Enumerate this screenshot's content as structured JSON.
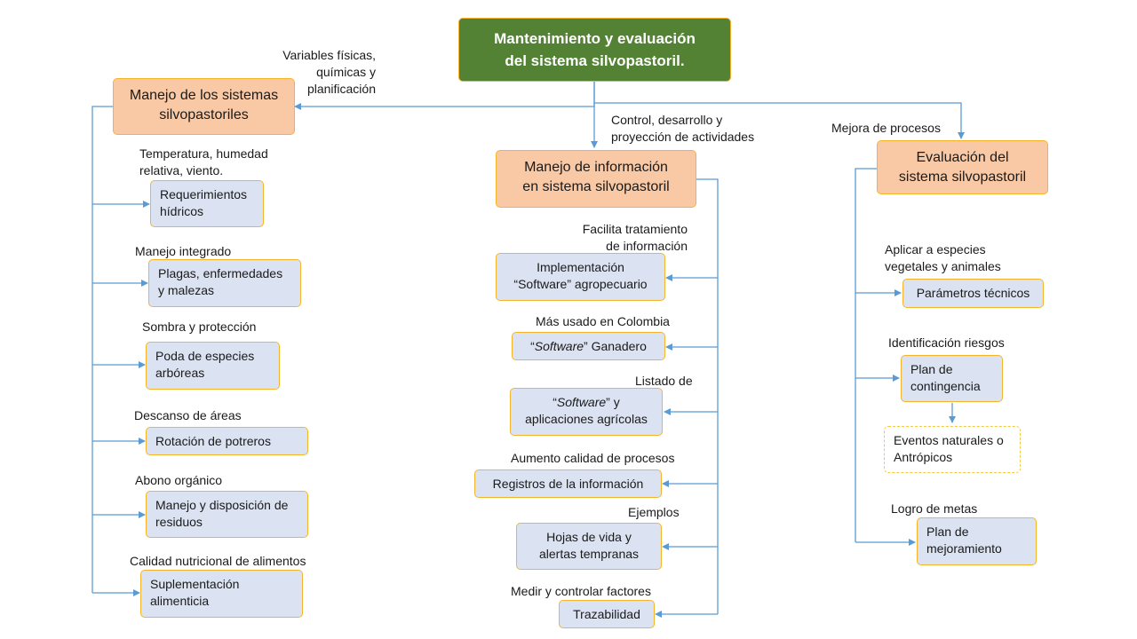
{
  "title": {
    "line1": "Mantenimiento  y evaluación",
    "line2": "del sistema silvopastoril."
  },
  "left": {
    "header": {
      "line1": "Manejo de los sistemas",
      "line2": "silvopastoriles"
    },
    "edge_label": {
      "line1": "Variables físicas,",
      "line2": "químicas y",
      "line3": "planificación"
    },
    "items": [
      {
        "label1": "Temperatura, humedad",
        "label2": "relativa, viento.",
        "box1": "Requerimientos",
        "box2": "hídricos"
      },
      {
        "label1": "Manejo  integrado",
        "box1": "Plagas, enfermedades",
        "box2": "y malezas"
      },
      {
        "label1": "Sombra  y protección",
        "box1": "Poda de especies",
        "box2": "arbóreas"
      },
      {
        "label1": "Descanso de áreas",
        "box1": "Rotación de potreros"
      },
      {
        "label1": "Abono  orgánico",
        "box1": "Manejo  y disposición de",
        "box2": "residuos"
      },
      {
        "label1": "Calidad nutricional de alimentos",
        "box1": "Suplementación",
        "box2": "alimenticia"
      }
    ]
  },
  "middle": {
    "header": {
      "line1": "Manejo de información",
      "line2": "en sistema silvopastoril"
    },
    "edge_label": {
      "line1": "Control, desarrollo y",
      "line2": "proyección de actividades"
    },
    "items": [
      {
        "label1": "Facilita tratamiento",
        "label2": "de información",
        "box1": "Implementación",
        "box2": "“Software” agropecuario"
      },
      {
        "label1": "Más usado en Colombia",
        "box_pre": "“",
        "box_em": "Software",
        "box_post": "” Ganadero"
      },
      {
        "label1": "Listado de",
        "box_pre": "“",
        "box_em": "Software",
        "box_post": "” y",
        "box2": "aplicaciones agrícolas"
      },
      {
        "label1": "Aumento  calidad de procesos",
        "box1": "Registros de la información"
      },
      {
        "label1": "Ejemplos",
        "box1": "Hojas de vida y",
        "box2": "alertas tempranas"
      },
      {
        "label1": "Medir y controlar factores",
        "box1": "Trazabilidad"
      }
    ]
  },
  "right": {
    "header": {
      "line1": "Evaluación del",
      "line2": "sistema silvopastoril"
    },
    "edge_label": "Mejora de procesos",
    "items": [
      {
        "label1": "Aplicar a especies",
        "label2": "vegetales y animales",
        "box1": "Parámetros técnicos"
      },
      {
        "label1": "Identificación riesgos",
        "box1": "Plan de",
        "box2": "contingencia"
      },
      {
        "box1": "Eventos naturales o",
        "box2": "Antrópicos"
      },
      {
        "label1": "Logro de metas",
        "box1": "Plan de",
        "box2": "mejoramiento"
      }
    ]
  },
  "colors": {
    "title_bg": "#548235",
    "header_bg": "#f9c9a6",
    "box_bg": "#dbe3f2",
    "border": "#f5b42a",
    "connector": "#5b9bd5"
  }
}
